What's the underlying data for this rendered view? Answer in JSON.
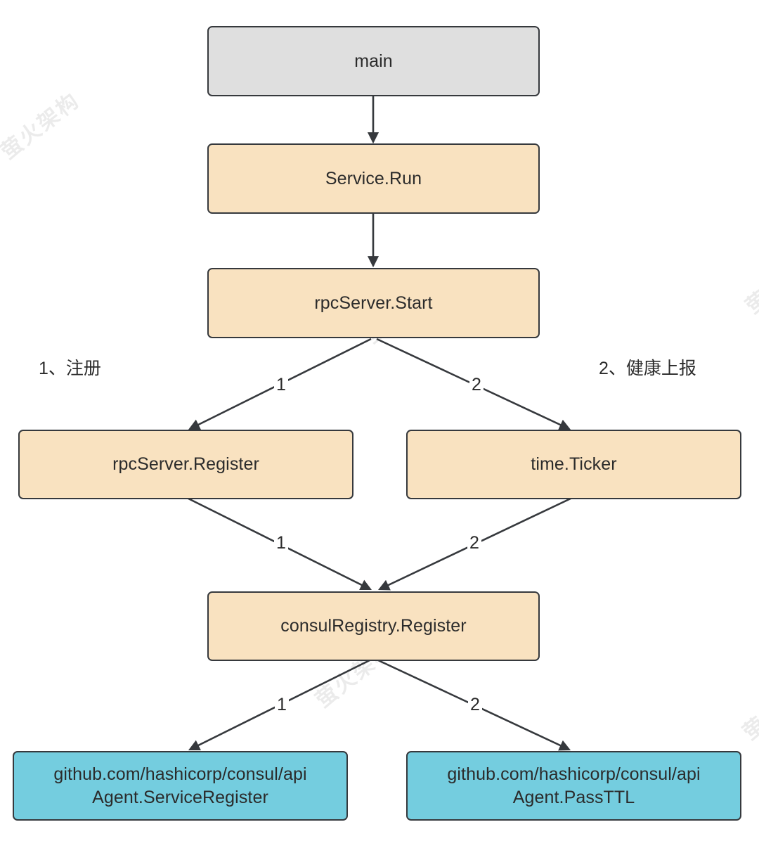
{
  "diagram": {
    "title": "Consul service registration and health-report call flow",
    "background": "#ffffff",
    "colors": {
      "gray_fill": "#dfdfdf",
      "peach_fill": "#f9e2c0",
      "blue_fill": "#74cddf",
      "stroke": "#36393d",
      "text": "#2b2b2b",
      "watermark": "#ebebeb"
    },
    "nodes": [
      {
        "id": "main",
        "label": "main",
        "style": "gray"
      },
      {
        "id": "service_run",
        "label": "Service.Run",
        "style": "peach"
      },
      {
        "id": "rpc_start",
        "label": "rpcServer.Start",
        "style": "peach"
      },
      {
        "id": "rpc_register",
        "label": "rpcServer.Register",
        "style": "peach"
      },
      {
        "id": "time_ticker",
        "label": "time.Ticker",
        "style": "peach"
      },
      {
        "id": "consul_register",
        "label": "consulRegistry.Register",
        "style": "peach"
      },
      {
        "id": "agent_service",
        "label": "github.com/hashicorp/consul/api\nAgent.ServiceRegister",
        "style": "blue"
      },
      {
        "id": "agent_passttl",
        "label": "github.com/hashicorp/consul/api\nAgent.PassTTL",
        "style": "blue"
      }
    ],
    "edges": [
      {
        "from": "main",
        "to": "service_run",
        "label": ""
      },
      {
        "from": "service_run",
        "to": "rpc_start",
        "label": ""
      },
      {
        "from": "rpc_start",
        "to": "rpc_register",
        "label": "1"
      },
      {
        "from": "rpc_start",
        "to": "time_ticker",
        "label": "2"
      },
      {
        "from": "rpc_register",
        "to": "consul_register",
        "label": "1"
      },
      {
        "from": "time_ticker",
        "to": "consul_register",
        "label": "2"
      },
      {
        "from": "consul_register",
        "to": "agent_service",
        "label": "1"
      },
      {
        "from": "consul_register",
        "to": "agent_passttl",
        "label": "2"
      }
    ],
    "annotations": [
      {
        "id": "left_note",
        "text": "1、注册"
      },
      {
        "id": "right_note",
        "text": "2、健康上报"
      }
    ],
    "watermarks": [
      {
        "text": "萤火架构"
      },
      {
        "text": "萤火架构"
      },
      {
        "text": "萤火架构"
      },
      {
        "text": "萤火架构"
      },
      {
        "text": "萤火架构"
      }
    ]
  }
}
